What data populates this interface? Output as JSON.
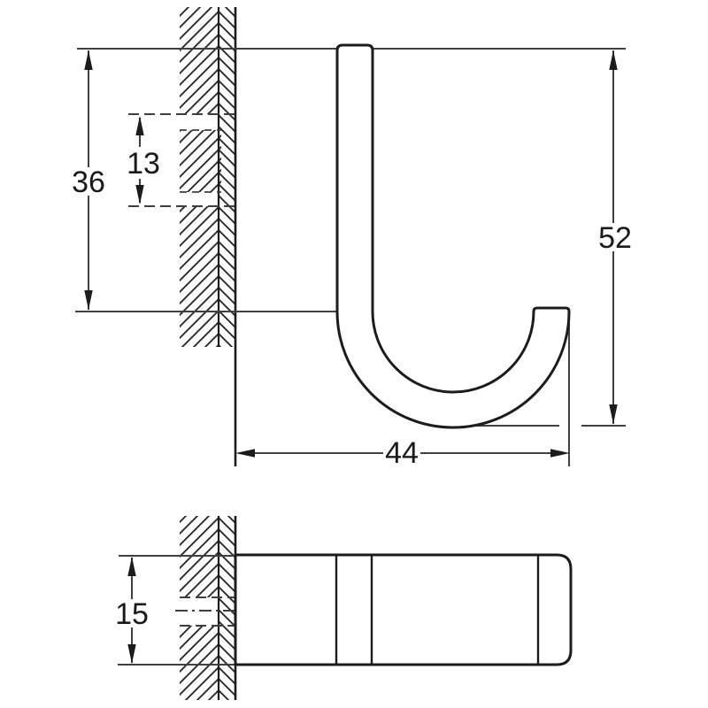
{
  "colors": {
    "background": "#ffffff",
    "object_line": "#1c1c1c",
    "dimension_line": "#404040",
    "text": "#1a1a1a"
  },
  "dimensions": {
    "side_view": {
      "plate_height": "36",
      "hole_spacing": "13",
      "overall_height": "52",
      "overall_depth": "44"
    },
    "plan_view": {
      "body_width": "15"
    }
  }
}
